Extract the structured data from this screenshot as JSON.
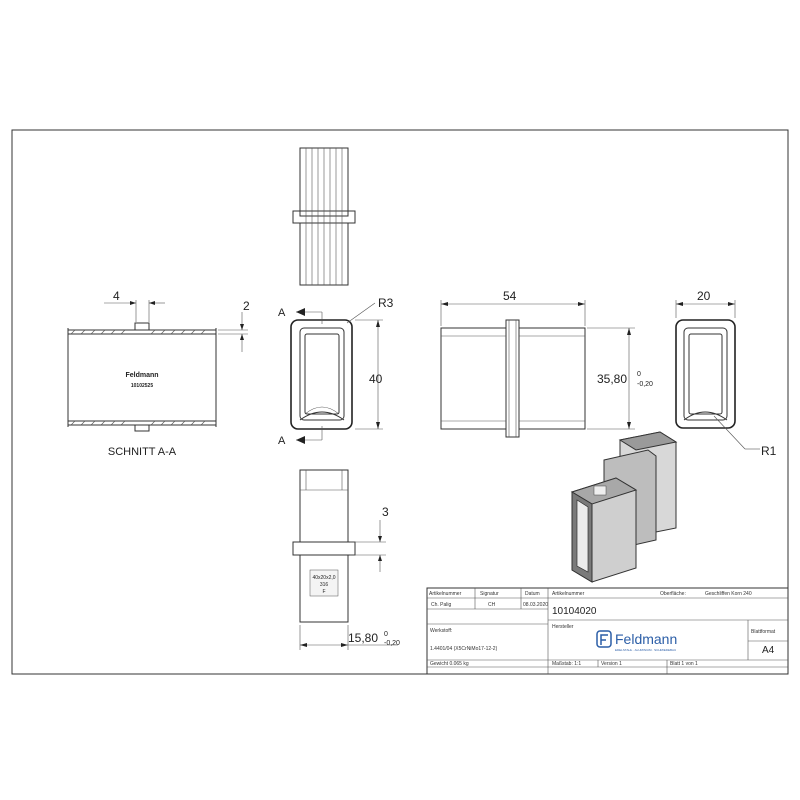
{
  "views": {
    "section_label": "SCHNITT A-A",
    "section_marker": "A",
    "engraving_top": "Feldmann",
    "engraving_bottom": "10102525",
    "bottom_engraving": [
      "40x20x2,0",
      "316",
      "F"
    ]
  },
  "dimensions": {
    "d_4": "4",
    "d_2": "2",
    "d_r3": "R3",
    "d_40": "40",
    "d_54": "54",
    "d_35_80": "35,80",
    "d_35_80_tol_upper": "0",
    "d_35_80_tol_lower": "-0,20",
    "d_20": "20",
    "d_r1": "R1",
    "d_3": "3",
    "d_15_80": "15,80",
    "d_15_80_tol_upper": "0",
    "d_15_80_tol_lower": "-0,20"
  },
  "title_block": {
    "hdr_artikel": "Artikelnummer",
    "hdr_signatur": "Signatur",
    "hdr_datum": "Datum",
    "hdr_oberflaeche": "Oberfläche:",
    "oberflaeche_value": "Geschliffen Korn 240",
    "drafter_name": "Ch. Palig",
    "drafter_sig": "CH",
    "drafter_date": "08.03.2020",
    "article_number": "10104020",
    "hdr_werkstoff": "Werkstoff:",
    "werkstoff_value": "1.4401/04 (X5CrNiMo17-12-2)",
    "hdr_hersteller": "Hersteller",
    "company_name": "Feldmann",
    "company_tagline": "EDELSTAHL · ALUMINIUM · SCHMIEDEBAU",
    "hdr_blattformat": "Blattformat",
    "blattformat_value": "A4",
    "gewicht": "Gewicht 0.065 kg",
    "massstab": "Maßstab: 1:1",
    "version": "Version 1",
    "blatt": "Blatt 1 von 1"
  }
}
